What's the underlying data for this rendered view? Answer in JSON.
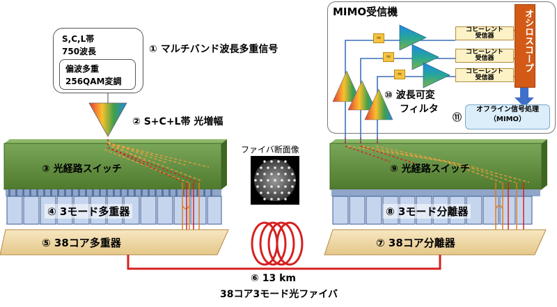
{
  "signal": {
    "line1": "S,C,L帯",
    "line2": "750波長",
    "inner_line1": "偏波多重",
    "inner_line2": "256QAM変調"
  },
  "labels": {
    "step1": "① マルチバンド波長多重信号",
    "step2": "② S+C+L帯 光増幅",
    "step3": "③ 光経路スイッチ",
    "step4": "④ 3モード多重器",
    "step5": "⑤ 38コア多重器",
    "step6_a": "⑥ 13 km",
    "step6_b": "38コア3モード光ファイバ",
    "step7": "⑦ 38コア分離器",
    "step8": "⑧ 3モード分離器",
    "step9": "⑨ 光経路スイッチ",
    "step10_a": "⑩ 波長可変",
    "step10_b": "フィルタ",
    "step11_num": "⑪",
    "step11_a": "オフライン信号処理",
    "step11_b": "（MIMO）",
    "fiber_cross_section": "ファイバ断面像",
    "mimo_title": "MIMO受信機",
    "oscilloscope": "オシロスコープ",
    "receiver_line1": "コヒーレント",
    "receiver_line2": "受信器"
  },
  "colors": {
    "switch_green": "#5e8a3a",
    "base_tan": "#f0d9a8",
    "fiber_red": "#d62020",
    "osc_orange": "#d35a16"
  }
}
